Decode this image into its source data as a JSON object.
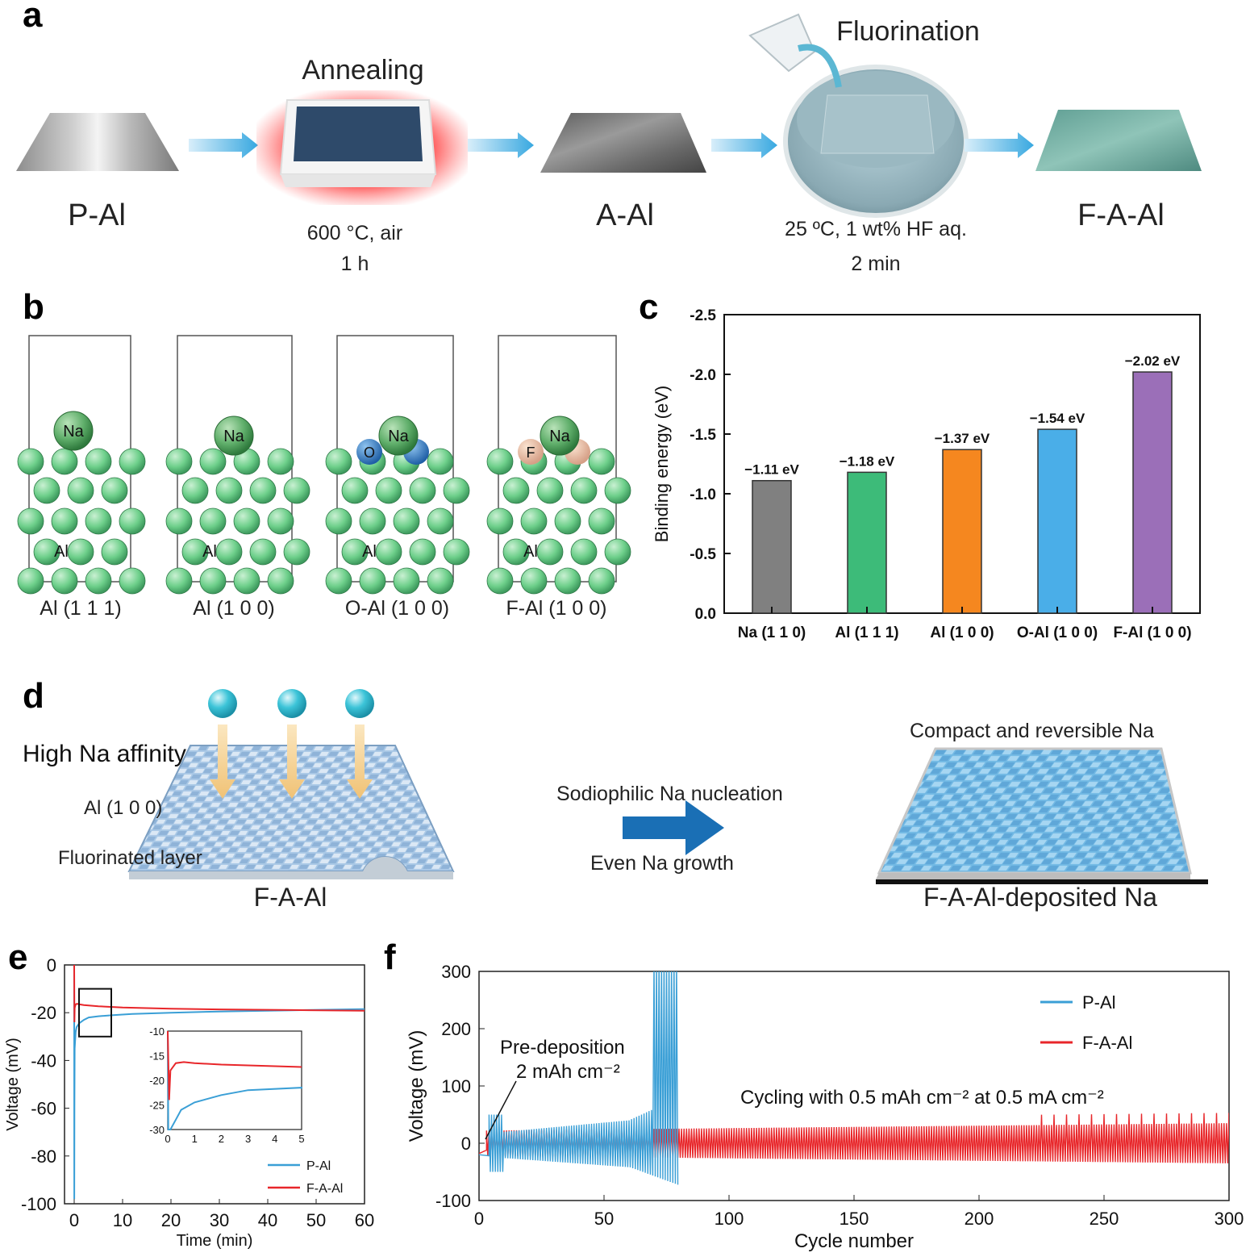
{
  "panel_a": {
    "label": "a",
    "steps": [
      {
        "name": "P-Al"
      },
      {
        "name": "Annealing",
        "cond1": "600 °C, air",
        "cond2": "1 h"
      },
      {
        "name": "A-Al"
      },
      {
        "name": "Fluorination",
        "cond1": "25 ºC, 1 wt% HF aq.",
        "cond2": "2 min"
      },
      {
        "name": "F-A-Al"
      }
    ]
  },
  "panel_b": {
    "label": "b",
    "structures": [
      {
        "caption": "Al (1 1 1)",
        "adsorbate": "Na",
        "substrate": "Al",
        "dopant": ""
      },
      {
        "caption": "Al (1 0 0)",
        "adsorbate": "Na",
        "substrate": "Al",
        "dopant": ""
      },
      {
        "caption": "O-Al (1 0 0)",
        "adsorbate": "Na",
        "substrate": "Al",
        "dopant": "O"
      },
      {
        "caption": "F-Al (1 0 0)",
        "adsorbate": "Na",
        "substrate": "Al",
        "dopant": "F"
      }
    ]
  },
  "panel_d": {
    "label": "d",
    "left_title": "F-A-Al",
    "affinity": "High Na affinity",
    "facet": "Al (1 0 0)",
    "layer": "Fluorinated layer",
    "arrow_top": "Sodiophilic Na nucleation",
    "arrow_bottom": "Even Na growth",
    "right_top": "Compact and reversible Na",
    "right_title": "F-A-Al-deposited Na"
  },
  "chart_data": [
    {
      "id": "c",
      "type": "bar",
      "label": "c",
      "ylabel": "Binding energy (eV)",
      "ylim": [
        0.0,
        -2.5
      ],
      "yticks": [
        "0.0",
        "-0.5",
        "-1.0",
        "-1.5",
        "-2.0",
        "-2.5"
      ],
      "categories": [
        "Na (1 1 0)",
        "Al (1 1 1)",
        "Al (1 0 0)",
        "O-Al (1 0 0)",
        "F-Al (1 0 0)"
      ],
      "values": [
        -1.11,
        -1.18,
        -1.37,
        -1.54,
        -2.02
      ],
      "value_labels": [
        "−1.11 eV",
        "−1.18 eV",
        "−1.37 eV",
        "−1.54 eV",
        "−2.02 eV"
      ],
      "colors": [
        "#808080",
        "#3dbb79",
        "#f5871f",
        "#4aaee8",
        "#9b6fb8"
      ]
    },
    {
      "id": "e",
      "type": "line",
      "label": "e",
      "xlabel": "Time (min)",
      "ylabel": "Voltage (mV)",
      "xlim": [
        -2,
        60
      ],
      "ylim": [
        -100,
        0
      ],
      "xticks": [
        "0",
        "10",
        "20",
        "30",
        "40",
        "50",
        "60"
      ],
      "yticks": [
        "0",
        "-20",
        "-40",
        "-60",
        "-80",
        "-100"
      ],
      "series": [
        {
          "name": "P-Al",
          "color": "#3a9fd6",
          "x": [
            0,
            0.02,
            0.05,
            0.1,
            0.3,
            0.5,
            1,
            2,
            3,
            5,
            8,
            12,
            20,
            30,
            45,
            60
          ],
          "y": [
            0,
            -98,
            -60,
            -35,
            -28,
            -26,
            -24.5,
            -23,
            -22,
            -21.5,
            -21,
            -20.5,
            -20,
            -19.5,
            -19,
            -18.5
          ]
        },
        {
          "name": "F-A-Al",
          "color": "#e8262a",
          "x": [
            0,
            0.05,
            0.1,
            0.3,
            0.6,
            1,
            2,
            5,
            10,
            20,
            30,
            45,
            60
          ],
          "y": [
            0,
            -24,
            -18,
            -16.5,
            -16.3,
            -16.5,
            -16.8,
            -17.3,
            -17.8,
            -18.3,
            -18.6,
            -18.9,
            -19.2
          ]
        }
      ],
      "inset": {
        "xlim": [
          0,
          5
        ],
        "ylim": [
          -30,
          -10
        ],
        "xticks": [
          "0",
          "1",
          "2",
          "3",
          "4",
          "5"
        ],
        "yticks": [
          "-10",
          "-15",
          "-20",
          "-25",
          "-30"
        ]
      }
    },
    {
      "id": "f",
      "type": "line",
      "label": "f",
      "xlabel": "Cycle number",
      "ylabel": "Voltage (mV)",
      "xlim": [
        0,
        300
      ],
      "ylim": [
        -100,
        300
      ],
      "xticks": [
        "0",
        "50",
        "100",
        "150",
        "200",
        "250",
        "300"
      ],
      "yticks": [
        "-100",
        "0",
        "100",
        "200",
        "300"
      ],
      "annotation_predep_1": "Pre-deposition",
      "annotation_predep_2": "2 mAh cm⁻²",
      "annotation_cycling": "Cycling with 0.5 mAh cm⁻² at 0.5 mA cm⁻²",
      "series": [
        {
          "name": "P-Al",
          "color": "#3a9fd6",
          "cycles_end": 79,
          "amp_start": 20,
          "amp_mid": 40,
          "amp_end": 80,
          "fail_at": 70
        },
        {
          "name": "F-A-Al",
          "color": "#e8262a",
          "cycles_end": 300,
          "amp_start": 22,
          "amp_end": 35
        }
      ]
    }
  ]
}
